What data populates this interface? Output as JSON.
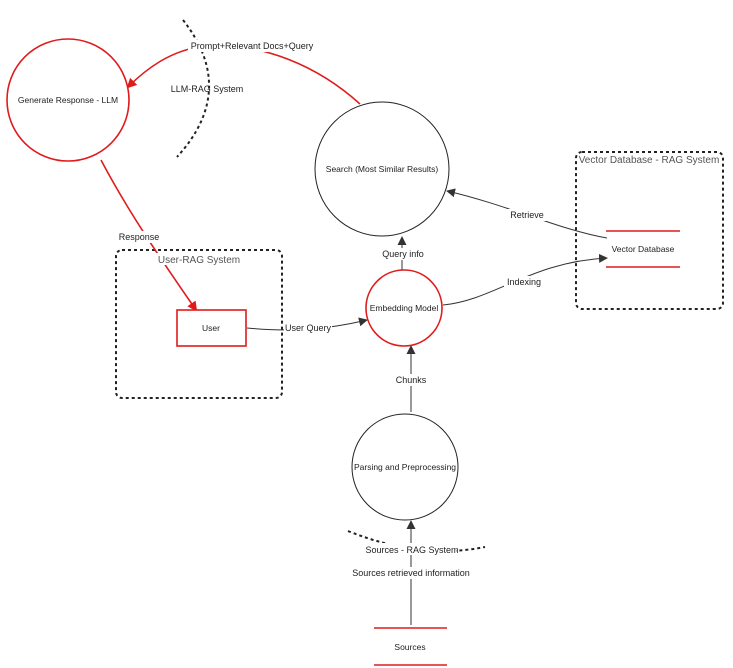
{
  "colors": {
    "accent": "#e01b1b",
    "ink": "#222222",
    "muted": "#555555",
    "background": "#ffffff"
  },
  "nodes": {
    "generate_response": "Generate Response - LLM",
    "search": "Search (Most Similar Results)",
    "embedding_model": "Embedding Model",
    "parsing": "Parsing and Preprocessing",
    "user": "User",
    "vector_database": "Vector Database",
    "sources": "Sources"
  },
  "boundaries": {
    "llm_rag": "LLM-RAG System",
    "user_rag": "User-RAG System",
    "vector_db_rag": "Vector Database - RAG System",
    "sources_rag": "Sources - RAG System"
  },
  "edges": {
    "prompt": "Prompt+Relevant Docs+Query",
    "response": "Response",
    "user_query": "User Query",
    "query_info": "Query info",
    "indexing": "Indexing",
    "retrieve": "Retrieve",
    "chunks": "Chunks",
    "sources_retrieved": "Sources retrieved information"
  }
}
